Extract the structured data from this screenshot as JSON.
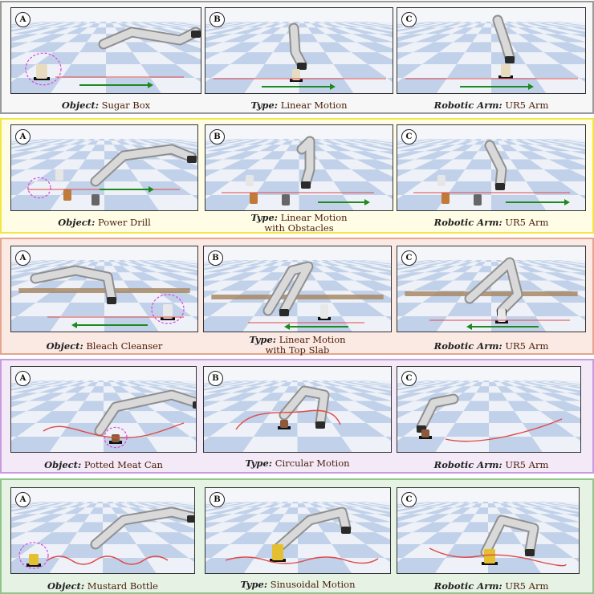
{
  "rows": [
    {
      "panels": [
        {
          "label": "A"
        },
        {
          "label": "B"
        },
        {
          "label": "C"
        }
      ],
      "captions": {
        "object": {
          "key": "Object:",
          "value": "Sugar Box"
        },
        "type": {
          "key": "Type:",
          "value": "Linear Motion",
          "value2": ""
        },
        "arm": {
          "key": "Robotic Arm:",
          "value": "UR5 Arm"
        }
      }
    },
    {
      "panels": [
        {
          "label": "A"
        },
        {
          "label": "B"
        },
        {
          "label": "C"
        }
      ],
      "captions": {
        "object": {
          "key": "Object:",
          "value": "Power Drill"
        },
        "type": {
          "key": "Type:",
          "value": "Linear Motion",
          "value2": "with Obstacles"
        },
        "arm": {
          "key": "Robotic Arm:",
          "value": "UR5 Arm"
        }
      }
    },
    {
      "panels": [
        {
          "label": "A"
        },
        {
          "label": "B"
        },
        {
          "label": "C"
        }
      ],
      "captions": {
        "object": {
          "key": "Object:",
          "value": "Bleach Cleanser"
        },
        "type": {
          "key": "Type:",
          "value": "Linear Motion",
          "value2": "with Top Slab"
        },
        "arm": {
          "key": "Robotic Arm:",
          "value": "UR5 Arm"
        }
      }
    },
    {
      "panels": [
        {
          "label": "A"
        },
        {
          "label": "B"
        },
        {
          "label": "C"
        }
      ],
      "captions": {
        "object": {
          "key": "Object:",
          "value": "Potted Meat Can"
        },
        "type": {
          "key": "Type:",
          "value": "Circular Motion",
          "value2": ""
        },
        "arm": {
          "key": "Robotic Arm:",
          "value": "UR5 Arm"
        }
      }
    },
    {
      "panels": [
        {
          "label": "A"
        },
        {
          "label": "B"
        },
        {
          "label": "C"
        }
      ],
      "captions": {
        "object": {
          "key": "Object:",
          "value": "Mustard Bottle"
        },
        "type": {
          "key": "Type:",
          "value": "Sinusoidal Motion",
          "value2": ""
        },
        "arm": {
          "key": "Robotic Arm:",
          "value": "UR5 Arm"
        }
      }
    }
  ],
  "colors": {
    "row_backgrounds": [
      "#f7f7f7",
      "#fffde6",
      "#fbe9e3",
      "#f3e9f7",
      "#e6f2e3"
    ],
    "row_borders": [
      "#9a9a9a",
      "#f2e640",
      "#e5a58f",
      "#c79be0",
      "#8fc58a"
    ],
    "checker_light": "#eef2f8",
    "checker_dark": "#b9cbe6",
    "trajectory": "#e04848",
    "arrow": "#1e8a1e",
    "highlight": "#e040e0"
  }
}
